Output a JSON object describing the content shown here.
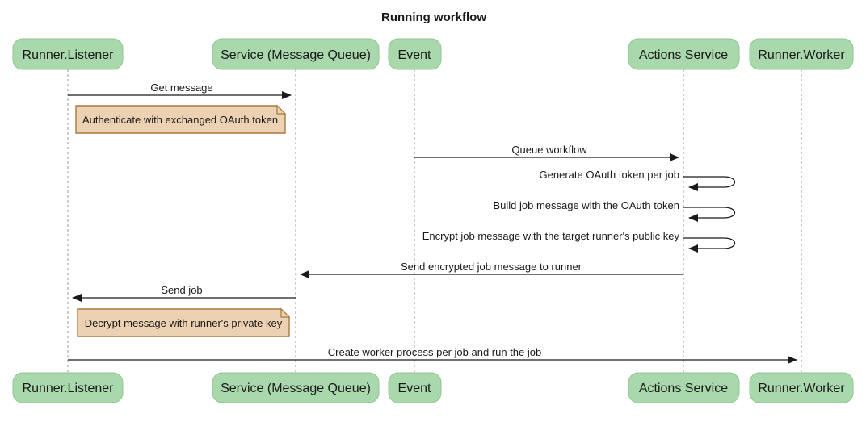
{
  "title": "Running workflow",
  "colors": {
    "actor_fill": "#a9d8ac",
    "actor_border": "#8fc693",
    "note_fill": "#ecd2b2",
    "note_border": "#a9793f",
    "line": "#1a1a1a",
    "lifeline": "#999999"
  },
  "diagram_type": "sequence",
  "participants": [
    {
      "id": "runner-listener",
      "label": "Runner.Listener"
    },
    {
      "id": "service-message-queue",
      "label": "Service (Message Queue)"
    },
    {
      "id": "event",
      "label": "Event"
    },
    {
      "id": "actions-service",
      "label": "Actions Service"
    },
    {
      "id": "runner-worker",
      "label": "Runner.Worker"
    }
  ],
  "messages": [
    {
      "type": "arrow",
      "from": "Runner.Listener",
      "to": "Service (Message Queue)",
      "label": "Get message"
    },
    {
      "type": "note",
      "over": "Runner.Listener, Service (Message Queue)",
      "label": "Authenticate with exchanged OAuth token"
    },
    {
      "type": "arrow",
      "from": "Event",
      "to": "Actions Service",
      "label": "Queue workflow"
    },
    {
      "type": "self",
      "from": "Actions Service",
      "to": "Actions Service",
      "label": "Generate OAuth token per job"
    },
    {
      "type": "self",
      "from": "Actions Service",
      "to": "Actions Service",
      "label": "Build job message with the OAuth token"
    },
    {
      "type": "self",
      "from": "Actions Service",
      "to": "Actions Service",
      "label": "Encrypt job message with the target runner's public key"
    },
    {
      "type": "arrow",
      "from": "Actions Service",
      "to": "Service (Message Queue)",
      "label": "Send encrypted job message to runner"
    },
    {
      "type": "arrow",
      "from": "Service (Message Queue)",
      "to": "Runner.Listener",
      "label": "Send job"
    },
    {
      "type": "note",
      "over": "Runner.Listener, Service (Message Queue)",
      "label": "Decrypt message with runner's private key"
    },
    {
      "type": "arrow",
      "from": "Runner.Listener",
      "to": "Runner.Worker",
      "label": "Create worker process per job and run the job"
    }
  ]
}
